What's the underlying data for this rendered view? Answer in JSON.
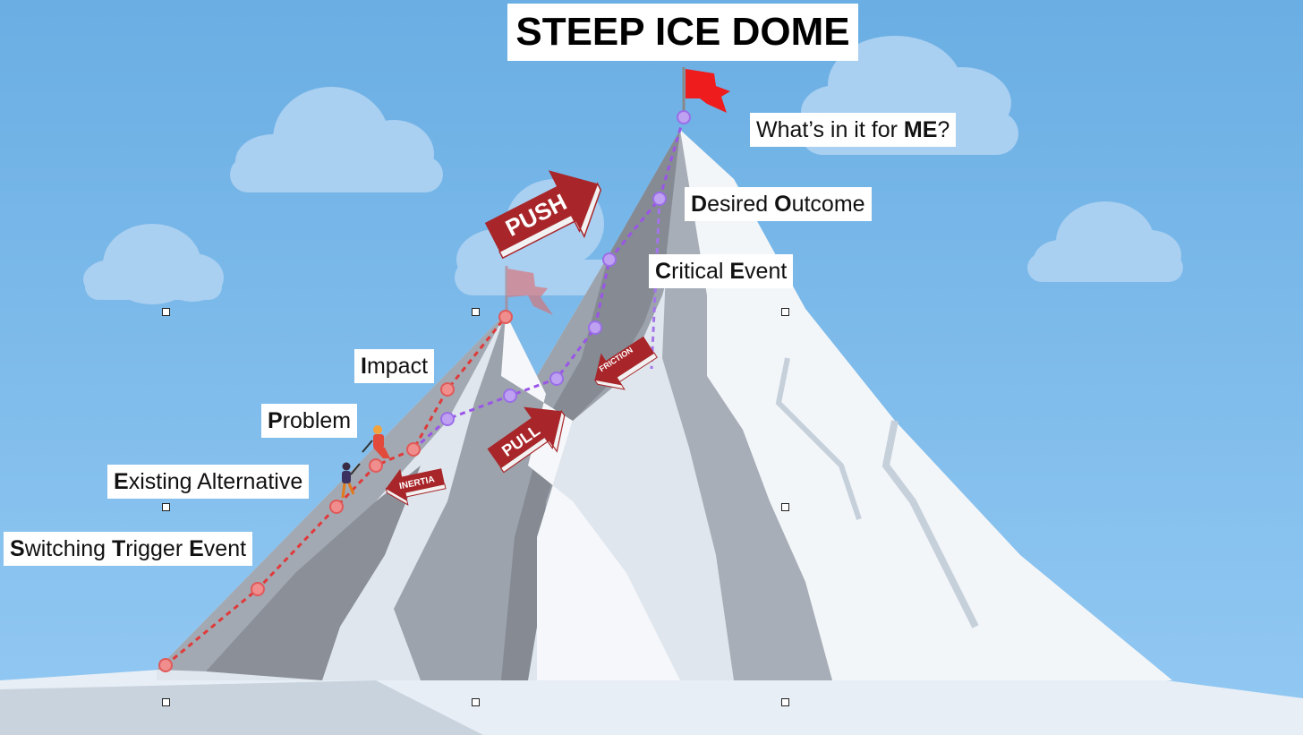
{
  "title": "STEEP ICE DOME",
  "colors": {
    "sky_top": "#6fb0e4",
    "sky_bottom": "#8ec6f2",
    "red_path": "#e03a3a",
    "purple_path": "#9a55e8",
    "arrow_red": "#a8262a",
    "flag_red": "#ee1c1c"
  },
  "labels": {
    "me": {
      "pre": "What’s in it for ",
      "bold": "ME",
      "post": "?"
    },
    "desired_outcome": {
      "b1": "D",
      "t1": "esired ",
      "b2": "O",
      "t2": "utcome"
    },
    "critical_event": {
      "b1": "C",
      "t1": "ritical ",
      "b2": "E",
      "t2": "vent"
    },
    "impact": {
      "b1": "I",
      "t1": "mpact"
    },
    "problem": {
      "b1": "P",
      "t1": "roblem"
    },
    "existing_alternative": {
      "b1": "E",
      "t1": "xisting Alternative"
    },
    "switching_trigger": {
      "b1": "S",
      "t1": "witching ",
      "b2": "T",
      "t2": "rigger ",
      "b3": "E",
      "t3": "vent"
    }
  },
  "arrows": {
    "push": "PUSH",
    "pull": "PULL",
    "inertia": "INERTIA",
    "friction": "FRICTION"
  }
}
